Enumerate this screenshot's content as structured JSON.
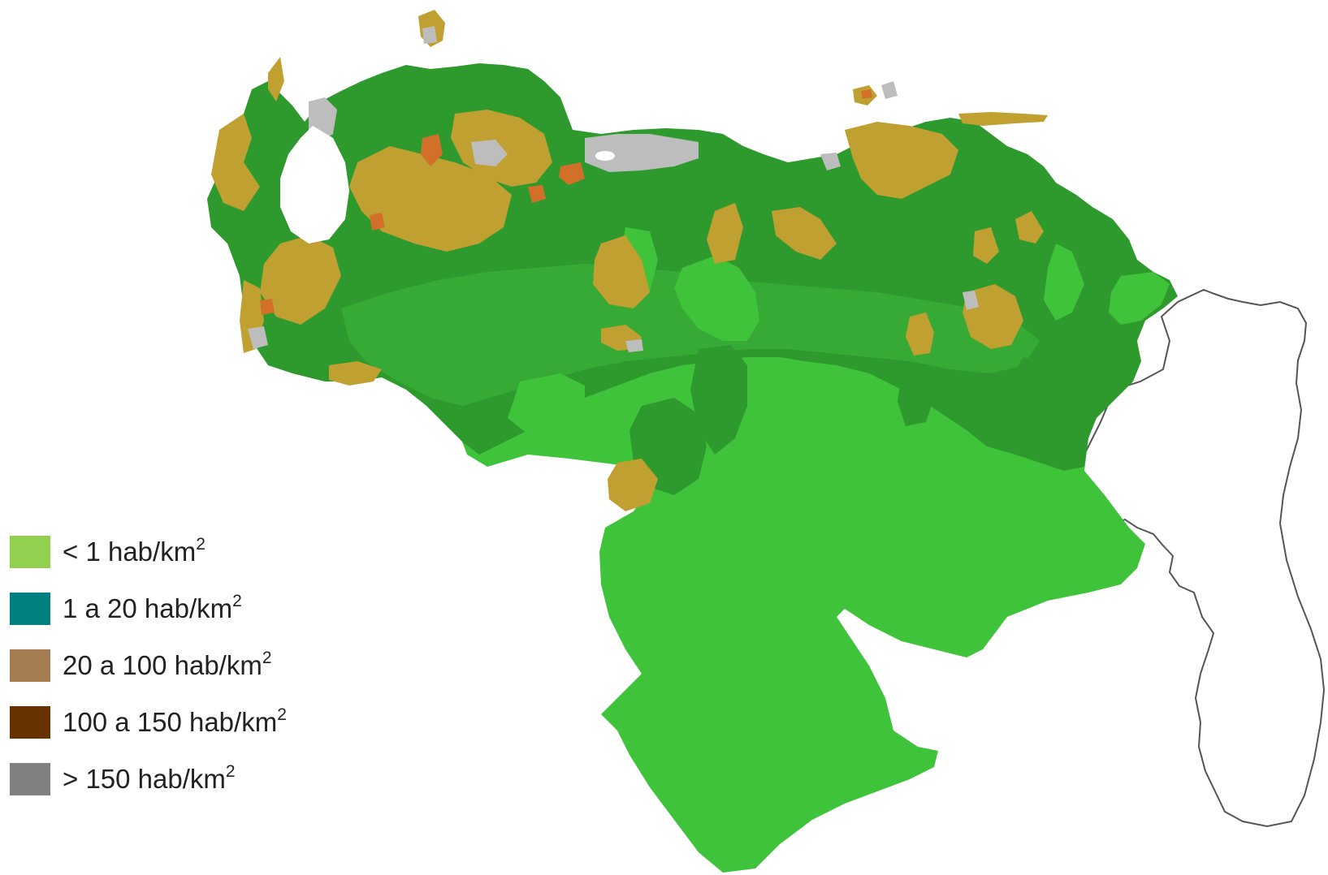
{
  "legend": {
    "items": [
      {
        "prefix": "< 1 hab/km",
        "exp": "2",
        "color": "#92d050"
      },
      {
        "prefix": " 1 a 20 hab/km",
        "exp": "2",
        "color": "#008080"
      },
      {
        "prefix": "20 a 100 hab/km",
        "exp": "2",
        "color": "#a57c52"
      },
      {
        "prefix": "100 a 150 hab/km",
        "exp": "2",
        "color": "#663300"
      },
      {
        "prefix": "> 150 hab/km",
        "exp": "2",
        "color": "#808080"
      }
    ]
  },
  "map": {
    "colors": {
      "sparse_green": "#3ec33a",
      "dark_green": "#2e9a2e",
      "medium_green": "#37a935",
      "ochre": "#c0a030",
      "orange": "#d2702a",
      "gray": "#bdbdbd",
      "water": "#ffffff",
      "outline": "#555555"
    }
  }
}
